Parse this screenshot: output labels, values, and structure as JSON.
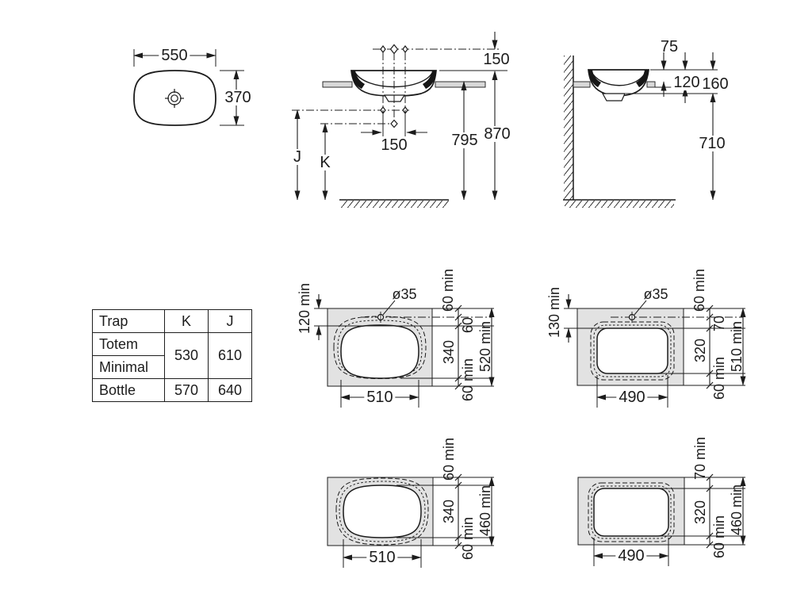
{
  "top_view": {
    "width": "550",
    "depth": "370"
  },
  "front_view": {
    "tap_above_rim": "150",
    "hole_spacing": "150",
    "counter_height": "795",
    "total_height": "870",
    "j": "J",
    "k": "K"
  },
  "side_view": {
    "rim_above_counter": "75",
    "rim_to_fixing": "120",
    "basin_height": "160",
    "clearance_height": "710"
  },
  "trap_table": {
    "header": {
      "col1": "Trap",
      "col2": "K",
      "col3": "J"
    },
    "row_totem": "Totem",
    "row_minimal": "Minimal",
    "row_bottle": "Bottle",
    "shared_k": "530",
    "shared_j": "610",
    "bottle_k": "570",
    "bottle_j": "640"
  },
  "cutout_oval_tap": {
    "hole_dia": "ø35",
    "front_min": "120 min",
    "back_min": "60 min",
    "hole_to_cut": "60",
    "cut_depth": "340",
    "front_edge_min": "60 min",
    "overall_min": "520 min",
    "cut_width": "510"
  },
  "cutout_rect_tap": {
    "hole_dia": "ø35",
    "front_min": "130 min",
    "back_min": "60 min",
    "hole_to_cut": "70",
    "cut_depth": "320",
    "front_edge_min": "60 min",
    "overall_min": "510 min",
    "cut_width": "490"
  },
  "cutout_oval_plain": {
    "back_min": "60 min",
    "cut_depth": "340",
    "front_edge_min": "60 min",
    "overall_min": "460 min",
    "cut_width": "510"
  },
  "cutout_rect_plain": {
    "back_min": "70 min",
    "cut_depth": "320",
    "front_edge_min": "60 min",
    "overall_min": "460 min",
    "cut_width": "490"
  },
  "colors": {
    "counter_fill": "#e2e2e2",
    "line": "#1c1c1c"
  }
}
